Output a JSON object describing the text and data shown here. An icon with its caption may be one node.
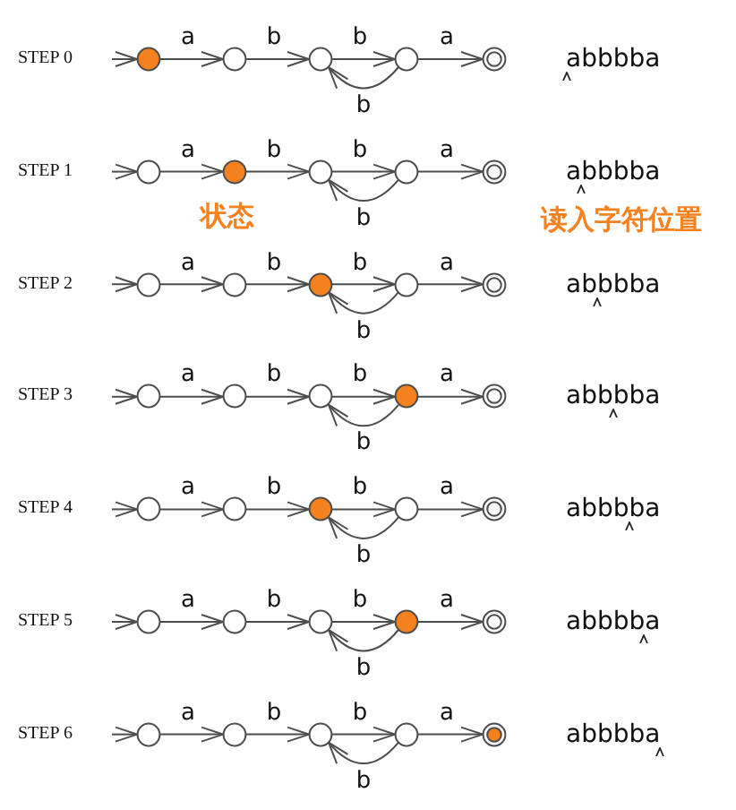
{
  "diagram": {
    "nodes": [
      {
        "text": [],
        "shape": "circle"
      },
      {
        "text": [],
        "shape": "circle"
      },
      {
        "text": [],
        "shape": "circle"
      },
      {
        "text": [],
        "shape": "circle"
      },
      {
        "text": [],
        "shape": "double-circle"
      },
      {
        "text": [],
        "shape": "circle"
      },
      {
        "text": [],
        "shape": "circle"
      },
      {
        "text": [],
        "shape": "circle"
      },
      {
        "text": [],
        "shape": "circle"
      },
      {
        "text": [],
        "shape": "double-circle"
      },
      {
        "text": [],
        "shape": "circle"
      },
      {
        "text": [],
        "shape": "circle"
      },
      {
        "text": [],
        "shape": "circle"
      },
      {
        "text": [],
        "shape": "circle"
      },
      {
        "text": [],
        "shape": "double-circle"
      },
      {
        "text": [],
        "shape": "circle"
      },
      {
        "text": [],
        "shape": "circle"
      },
      {
        "text": [],
        "shape": "circle"
      },
      {
        "text": [],
        "shape": "circle"
      },
      {
        "text": [],
        "shape": "double-circle"
      },
      {
        "text": [],
        "shape": "circle"
      },
      {
        "text": [],
        "shape": "circle"
      },
      {
        "text": [],
        "shape": "circle"
      },
      {
        "text": [],
        "shape": "circle"
      },
      {
        "text": [],
        "shape": "double-circle"
      },
      {
        "text": [],
        "shape": "circle"
      },
      {
        "text": [],
        "shape": "circle"
      },
      {
        "text": [],
        "shape": "circle"
      },
      {
        "text": [],
        "shape": "circle"
      },
      {
        "text": [],
        "shape": "double-circle"
      },
      {
        "text": [],
        "shape": "circle"
      },
      {
        "text": [],
        "shape": "circle"
      },
      {
        "text": [],
        "shape": "circle"
      },
      {
        "text": [],
        "shape": "circle"
      },
      {
        "text": [],
        "shape": "double-circle"
      }
    ],
    "edges": [
      {
        "from": null,
        "to": 0,
        "arrow": "to"
      },
      {
        "from": 0,
        "to": 1,
        "arrow": "to",
        "label": "a"
      },
      {
        "from": 1,
        "to": 2,
        "arrow": "to",
        "label": "b"
      },
      {
        "from": 2,
        "to": 3,
        "arrow": "to",
        "label": "b"
      },
      {
        "from": 3,
        "to": 4,
        "arrow": "to",
        "label": "a"
      },
      {
        "from": 3,
        "to": 2,
        "arrow": "to",
        "label": "b"
      },
      {
        "from": null,
        "to": 5,
        "arrow": "to"
      },
      {
        "from": 5,
        "to": 6,
        "arrow": "to",
        "label": "a"
      },
      {
        "from": 6,
        "to": 7,
        "arrow": "to",
        "label": "b"
      },
      {
        "from": 7,
        "to": 8,
        "arrow": "to",
        "label": "b"
      },
      {
        "from": 8,
        "to": 9,
        "arrow": "to",
        "label": "a"
      },
      {
        "from": 8,
        "to": 7,
        "arrow": "to",
        "label": "b"
      },
      {
        "from": null,
        "to": 10,
        "arrow": "to"
      },
      {
        "from": 10,
        "to": 11,
        "arrow": "to",
        "label": "a"
      },
      {
        "from": 11,
        "to": 12,
        "arrow": "to",
        "label": "b"
      },
      {
        "from": 12,
        "to": 13,
        "arrow": "to",
        "label": "b"
      },
      {
        "from": 13,
        "to": 14,
        "arrow": "to",
        "label": "a"
      },
      {
        "from": 13,
        "to": 12,
        "arrow": "to",
        "label": "b"
      },
      {
        "from": null,
        "to": 15,
        "arrow": "to"
      },
      {
        "from": 15,
        "to": 16,
        "arrow": "to",
        "label": "a"
      },
      {
        "from": 16,
        "to": 17,
        "arrow": "to",
        "label": "b"
      },
      {
        "from": 17,
        "to": 18,
        "arrow": "to",
        "label": "b"
      },
      {
        "from": 18,
        "to": 19,
        "arrow": "to",
        "label": "a"
      },
      {
        "from": 18,
        "to": 17,
        "arrow": "to",
        "label": "b"
      },
      {
        "from": null,
        "to": 20,
        "arrow": "to"
      },
      {
        "from": 20,
        "to": 21,
        "arrow": "to",
        "label": "a"
      },
      {
        "from": 21,
        "to": 22,
        "arrow": "to",
        "label": "b"
      },
      {
        "from": 22,
        "to": 23,
        "arrow": "to",
        "label": "b"
      },
      {
        "from": 23,
        "to": 24,
        "arrow": "to",
        "label": "a"
      },
      {
        "from": 23,
        "to": 22,
        "arrow": "to",
        "label": "b"
      },
      {
        "from": null,
        "to": 25,
        "arrow": "to"
      },
      {
        "from": 25,
        "to": 26,
        "arrow": "to",
        "label": "a"
      },
      {
        "from": 26,
        "to": 27,
        "arrow": "to",
        "label": "b"
      },
      {
        "from": 27,
        "to": 28,
        "arrow": "to",
        "label": "b"
      },
      {
        "from": 28,
        "to": 29,
        "arrow": "to",
        "label": "a"
      },
      {
        "from": 28,
        "to": 27,
        "arrow": "to",
        "label": "b"
      },
      {
        "from": null,
        "to": 30,
        "arrow": "to"
      },
      {
        "from": 30,
        "to": 31,
        "arrow": "to",
        "label": "a"
      },
      {
        "from": 31,
        "to": 32,
        "arrow": "to",
        "label": "b"
      },
      {
        "from": 32,
        "to": 33,
        "arrow": "to",
        "label": "b"
      },
      {
        "from": 33,
        "to": 34,
        "arrow": "to",
        "label": "a"
      },
      {
        "from": 33,
        "to": 32,
        "arrow": "to",
        "label": "b"
      }
    ],
    "labels": [
      "STEP 0",
      "abbbba",
      "STEP 1",
      "abbbba",
      "状态",
      "读入字符位置",
      "STEP 2",
      "abbbba",
      "STEP 3",
      "abbbba",
      "STEP 4",
      "abbbba",
      "STEP 5",
      "abbbba",
      "STEP 6",
      "abbbba"
    ]
  }
}
